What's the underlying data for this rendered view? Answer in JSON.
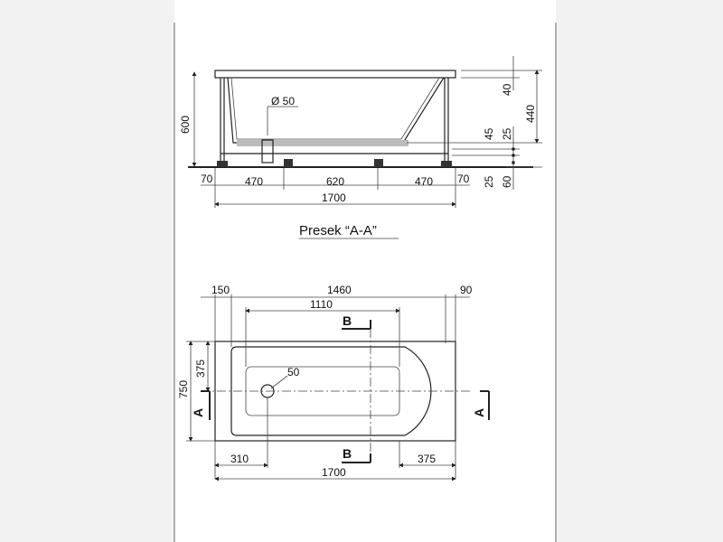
{
  "section_caption": "Presek “A-A”",
  "side_view": {
    "height_total": "600",
    "drain_diameter": "Ø 50",
    "right_dims": [
      "40",
      "440",
      "25",
      "45",
      "25",
      "60"
    ],
    "bottom_dims": [
      "70",
      "470",
      "620",
      "470",
      "70"
    ],
    "length": "1700"
  },
  "plan_view": {
    "top_dims": [
      "150",
      "1460",
      "90"
    ],
    "inner_dim": "1110",
    "left_dims": [
      "375",
      "750"
    ],
    "drain_diameter": "50",
    "bottom_dims": [
      "310",
      "375"
    ],
    "length": "1700",
    "section_a": "A",
    "section_b": "B"
  }
}
